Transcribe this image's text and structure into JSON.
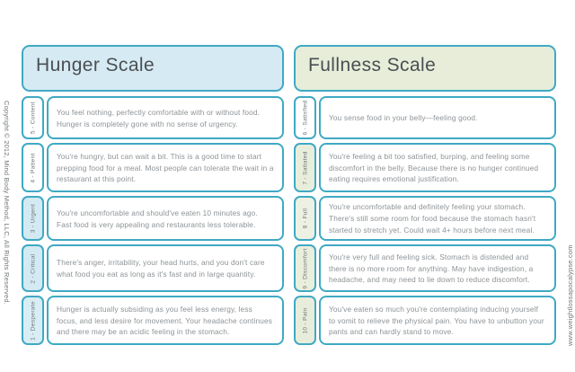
{
  "margins": {
    "copyright": "Copyright © 2012, Mind Body Method, LLC, All Rights Reserved.",
    "website": "www.weightlossapocalypse.com"
  },
  "colors": {
    "border_teal": "#3fa9c4",
    "hunger_fill": "#d6eaf3",
    "fullness_fill": "#e7edd9",
    "body_text": "#8d9296"
  },
  "hunger": {
    "title": "Hunger Scale",
    "rows": [
      {
        "label": "5 - Content",
        "text": "You feel nothing, perfectly comfortable with or without food. Hunger is completely gone with no sense of urgency."
      },
      {
        "label": "4 - Patient",
        "text": "You're hungry, but can wait a bit. This is a good time to start prepping food for a meal. Most people can tolerate the wait in a restaurant at this point."
      },
      {
        "label": "3 - Urgent",
        "text": "You're uncomfortable and should've eaten 10 minutes ago. Fast food is very appealing and restaurants less tolerable."
      },
      {
        "label": "2 - Critical",
        "text": "There's anger, irritability, your head hurts, and you don't care what food you eat as long as it's fast and in large quantity."
      },
      {
        "label": "1 - Desperate",
        "text": "Hunger is actually subsiding as you feel less energy, less focus, and less desire for movement. Your headache continues and there may be an acidic feeling in the stomach."
      }
    ]
  },
  "fullness": {
    "title": "Fullness Scale",
    "rows": [
      {
        "label": "6 - Satisfied",
        "text": "You sense food in your belly—feeling good."
      },
      {
        "label": "7 - Satiated",
        "text": "You're feeling a bit too satisfied, burping, and feeling some discomfort in the belly. Because there is no hunger continued eating requires emotional justification."
      },
      {
        "label": "8 - Full",
        "text": "You're uncomfortable and definitely feeling your stomach. There's still some room for food because the stomach hasn't started to stretch yet.  Could wait 4+ hours before next meal."
      },
      {
        "label": "9 - Discomfort",
        "text": "You're very full and feeling sick. Stomach is distended and there is no more room for anything. May have indigestion, a headache, and may need to lie down to reduce discomfort."
      },
      {
        "label": "10 - Pain",
        "text": "You've eaten so much you're contemplating inducing yourself to vomit to relieve the physical pain. You have to unbutton your pants and can hardly stand to move."
      }
    ]
  }
}
